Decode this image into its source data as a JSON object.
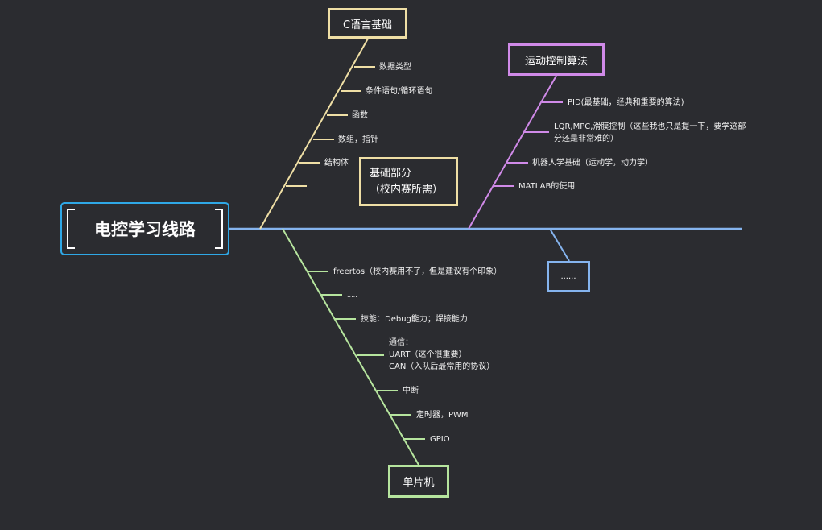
{
  "root": {
    "title": "电控学习线路"
  },
  "colors": {
    "background": "#2b2c30",
    "spine": "#85b4ee",
    "root_border": "#2fa8e6",
    "c_branch": "#efdfa5",
    "motion_branch": "#d08ae8",
    "mcu_branch": "#b6e59e",
    "more_branch": "#85b4ee"
  },
  "branches": {
    "c_basics": {
      "title": "C语言基础",
      "items": [
        "数据类型",
        "条件语句/循环语句",
        "函数",
        "数组，指针",
        "结构体",
        "......"
      ]
    },
    "basics_note": {
      "line1": "基础部分",
      "line2": "（校内赛所需）"
    },
    "motion_control": {
      "title": "运动控制算法",
      "items": [
        "PID(最基础，经典和重要的算法)",
        "LQR,MPC,滑膜控制（这些我也只是提一下，要学这部分还是非常难的）",
        "机器人学基础（运动学，动力学）",
        "MATLAB的使用"
      ]
    },
    "mcu": {
      "title": "单片机",
      "items": [
        "freertos（校内赛用不了，但是建议有个印象）",
        ".....",
        "技能：Debug能力；焊接能力",
        "通信：",
        "UART（这个很重要）",
        "CAN（入队后最常用的协议）",
        "中断",
        "定时器，PWM",
        "GPIO"
      ]
    },
    "more": {
      "title": "......"
    }
  }
}
